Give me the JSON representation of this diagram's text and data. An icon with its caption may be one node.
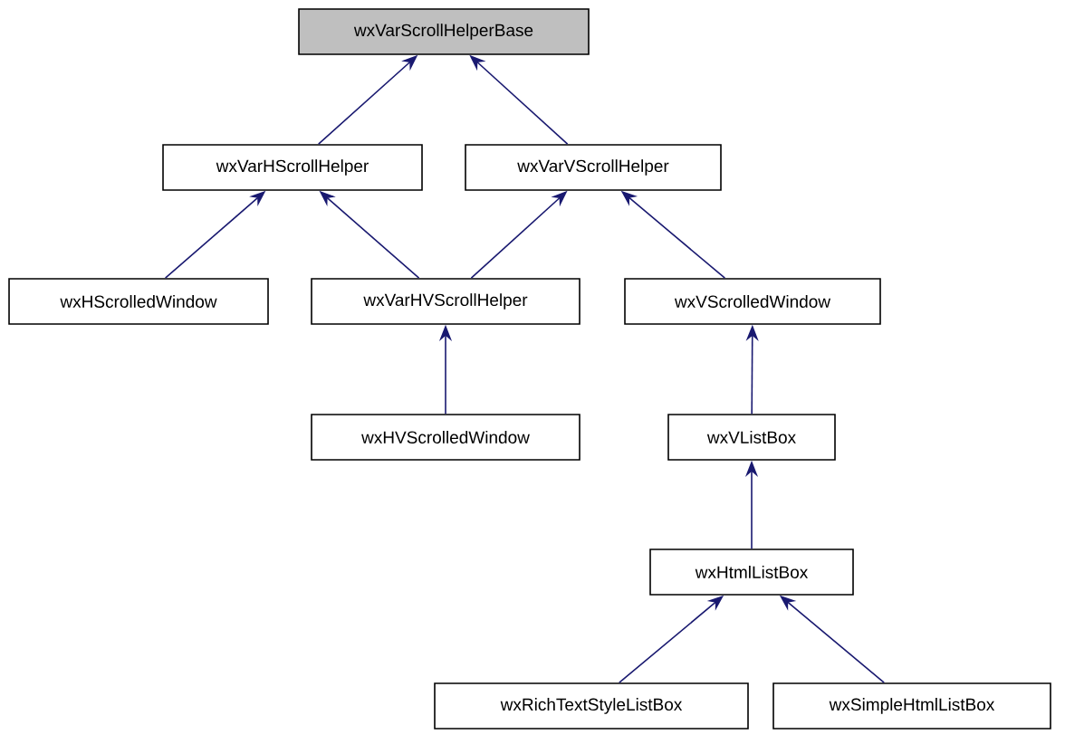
{
  "diagram": {
    "nodes": [
      {
        "text": [
          "wxVarScrollHelperBase"
        ]
      },
      {
        "text": [
          "wxVarHScrollHelper"
        ]
      },
      {
        "text": [
          "wxVarVScrollHelper"
        ]
      },
      {
        "text": [
          "wxHScrolledWindow"
        ]
      },
      {
        "text": [
          "wxVarHVScrollHelper"
        ]
      },
      {
        "text": [
          "wxVScrolledWindow"
        ]
      },
      {
        "text": [
          "wxHVScrolledWindow"
        ]
      },
      {
        "text": [
          "wxVListBox"
        ]
      },
      {
        "text": [
          "wxHtmlListBox"
        ]
      },
      {
        "text": [
          "wxRichTextStyleListBox"
        ]
      },
      {
        "text": [
          "wxSimpleHtmlListBox"
        ]
      }
    ],
    "edges": [
      {
        "from": 1,
        "to": 0,
        "arrow": "to"
      },
      {
        "from": 2,
        "to": 0,
        "arrow": "to"
      },
      {
        "from": 3,
        "to": 1,
        "arrow": "to"
      },
      {
        "from": 4,
        "to": 1,
        "arrow": "to"
      },
      {
        "from": 4,
        "to": 2,
        "arrow": "to"
      },
      {
        "from": 5,
        "to": 2,
        "arrow": "to"
      },
      {
        "from": 6,
        "to": 4,
        "arrow": "to"
      },
      {
        "from": 7,
        "to": 5,
        "arrow": "to"
      },
      {
        "from": 8,
        "to": 7,
        "arrow": "to"
      },
      {
        "from": 9,
        "to": 8,
        "arrow": "to"
      },
      {
        "from": 10,
        "to": 8,
        "arrow": "to"
      }
    ]
  }
}
